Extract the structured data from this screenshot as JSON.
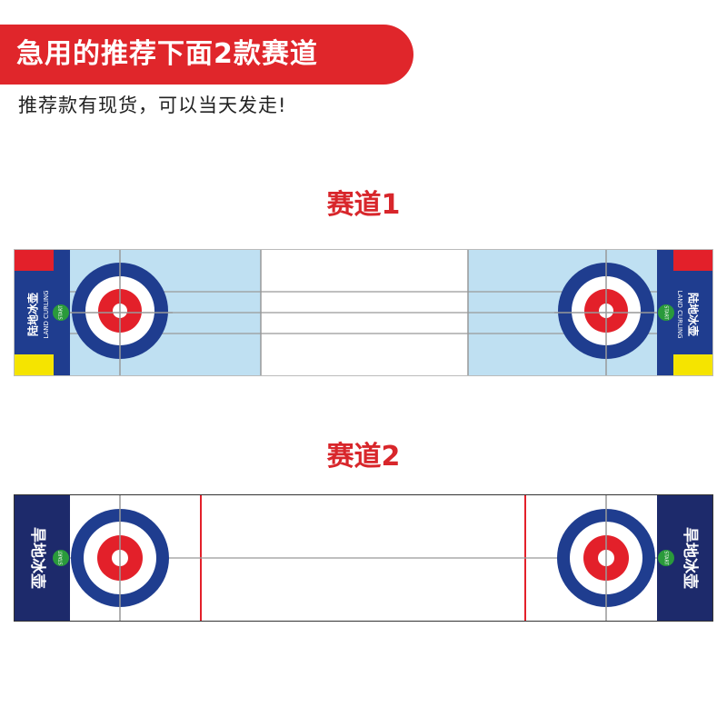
{
  "header": {
    "banner_text": "急用的推荐下面2款赛道",
    "subtitle": "推荐款有现货，可以当天发走!"
  },
  "tracks": [
    {
      "title": "赛道1",
      "logo_cn": "陆地冰壶",
      "logo_en": "LAND CURLING",
      "start_label": "START"
    },
    {
      "title": "赛道2",
      "logo_cn": "旱地冰壶",
      "start_label": "START"
    }
  ],
  "colors": {
    "banner": "#e0262b",
    "title_red": "#d8262b",
    "navy": "#1f3d8f",
    "navy_dark": "#1d2a6b",
    "target_red": "#e3202a",
    "ice_blue": "#bfe0f2",
    "start_green": "#2a9a3b",
    "yellow": "#f5e400"
  }
}
